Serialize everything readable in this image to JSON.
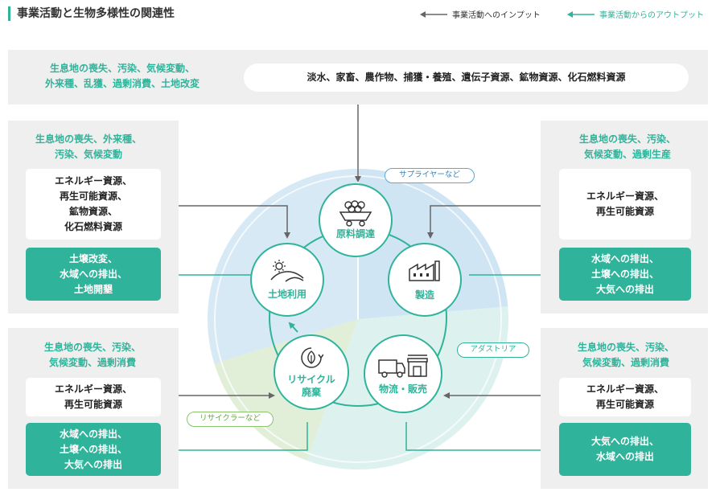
{
  "header": {
    "title": "事業活動と生物多様性の関連性",
    "legend_input": "事業活動へのインプット",
    "legend_output": "事業活動からのアウトプット"
  },
  "top": {
    "risks": [
      "生息地の喪失、汚染、気候変動、",
      "外来種、乱獲、過剰消費、土地改変"
    ],
    "inputs": "淡水、家畜、農作物、捕獲・養殖、遺伝子資源、鉱物資源、化石燃料資源"
  },
  "left_upper": {
    "risks": [
      "生息地の喪失、外来種、",
      "汚染、気候変動"
    ],
    "inputs": [
      "エネルギー資源、",
      "再生可能資源、",
      "鉱物資源、",
      "化石燃料資源"
    ],
    "outputs": [
      "土壌改変、",
      "水域への排出、",
      "土地開墾"
    ]
  },
  "right_upper": {
    "risks": [
      "生息地の喪失、汚染、",
      "気候変動、過剰生産"
    ],
    "inputs": [
      "エネルギー資源、",
      "再生可能資源"
    ],
    "outputs": [
      "水域への排出、",
      "土壌への排出、",
      "大気への排出"
    ]
  },
  "left_lower": {
    "risks": [
      "生息地の喪失、汚染、",
      "気候変動、過剰消費"
    ],
    "inputs": [
      "エネルギー資源、",
      "再生可能資源"
    ],
    "outputs": [
      "水域への排出、",
      "土壌への排出、",
      "大気への排出"
    ]
  },
  "right_lower": {
    "risks": [
      "生息地の喪失、汚染、",
      "気候変動、過剰消費"
    ],
    "inputs": [
      "エネルギー資源、",
      "再生可能資源"
    ],
    "outputs": [
      "大気への排出、",
      "水域への排出"
    ]
  },
  "stages": {
    "raw": "原料調達",
    "mfg": "製造",
    "logistics": "物流・販売",
    "recycle": [
      "リサイクル",
      "廃棄"
    ],
    "land": "土地利用"
  },
  "tags": {
    "suppliers": "サプライヤーなど",
    "adastria": "アダストリア",
    "recyclers": "リサイクラーなど"
  },
  "colors": {
    "accent": "#2fb39a",
    "panel": "#efefef",
    "input_arrow": "#666666"
  }
}
